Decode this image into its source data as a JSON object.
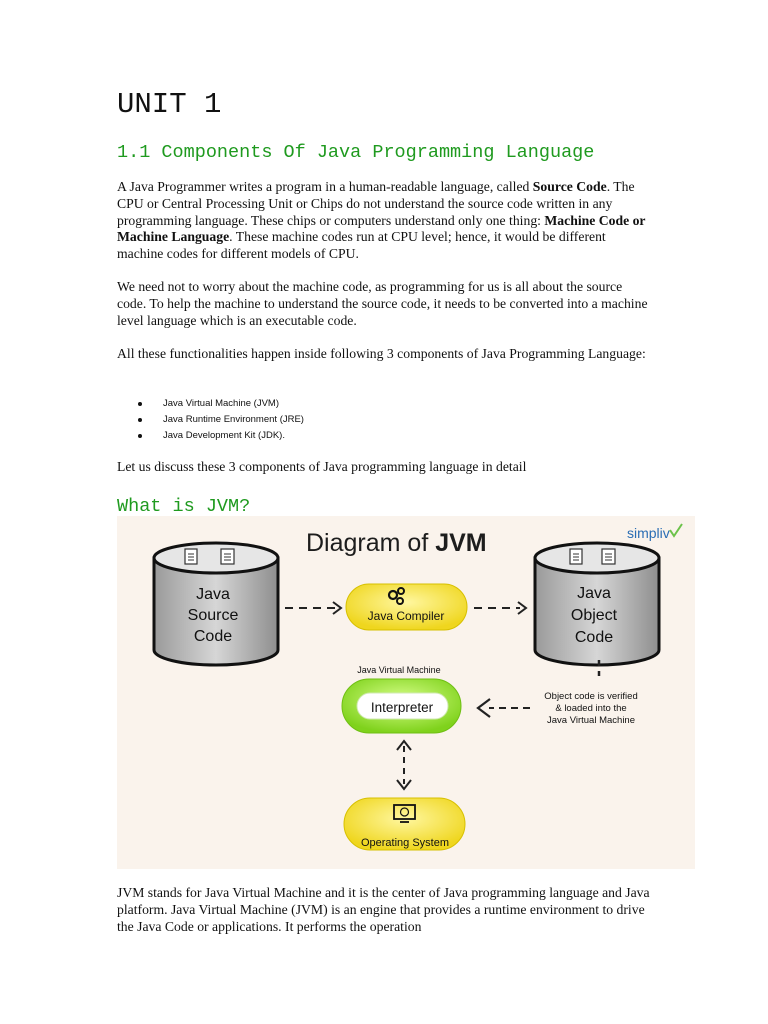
{
  "heading_unit": "UNIT 1",
  "section_title": "1.1 Components Of Java Programming Language",
  "para1": {
    "t1": "A Java Programmer writes a program in a human-readable language, called ",
    "b1": "Source Code",
    "t2": ". The CPU or Central Processing Unit or Chips do not understand the source code written in any programming language. These chips or computers understand only one thing: ",
    "b2": "Machine Code or Machine Language",
    "t3": ". These machine codes run at CPU level; hence, it would be different machine codes for different models of CPU."
  },
  "para2": "We need not to worry about the machine code, as programming for us is all about the source code.  To help the machine to understand the source code, it needs to be converted into a machine level language which is an executable code.",
  "para3": "All these functionalities happen inside following 3 components of Java Programming Language:",
  "components": [
    "Java Virtual Machine (JVM)",
    "Java Runtime Environment (JRE)",
    "Java Development Kit (JDK)."
  ],
  "para4": "Let us discuss these 3 components of Java programming language in detail",
  "jvm_heading": "What is JVM?",
  "diagram": {
    "title_prefix": "Diagram of ",
    "title_bold": "JVM",
    "brand": "simpliv",
    "source_db": [
      "Java",
      "Source",
      "Code"
    ],
    "object_db": [
      "Java",
      "Object",
      "Code"
    ],
    "compiler": "Java Compiler",
    "jvm_label": "Java Virtual Machine",
    "interpreter": "Interpreter",
    "note": [
      "Object code is verified",
      "& loaded into the",
      "Java Virtual Machine"
    ],
    "os": "Operating System",
    "colors": {
      "yellow": "#f1e34a",
      "green": "#8fdc2a",
      "drum": "#c8c8c8",
      "background": "#faf3ec"
    }
  },
  "para5": "JVM stands for Java Virtual Machine and it is the center of Java programming language and Java platform. Java Virtual Machine (JVM) is an engine that provides a runtime environment to drive the Java Code or applications. It performs the operation"
}
